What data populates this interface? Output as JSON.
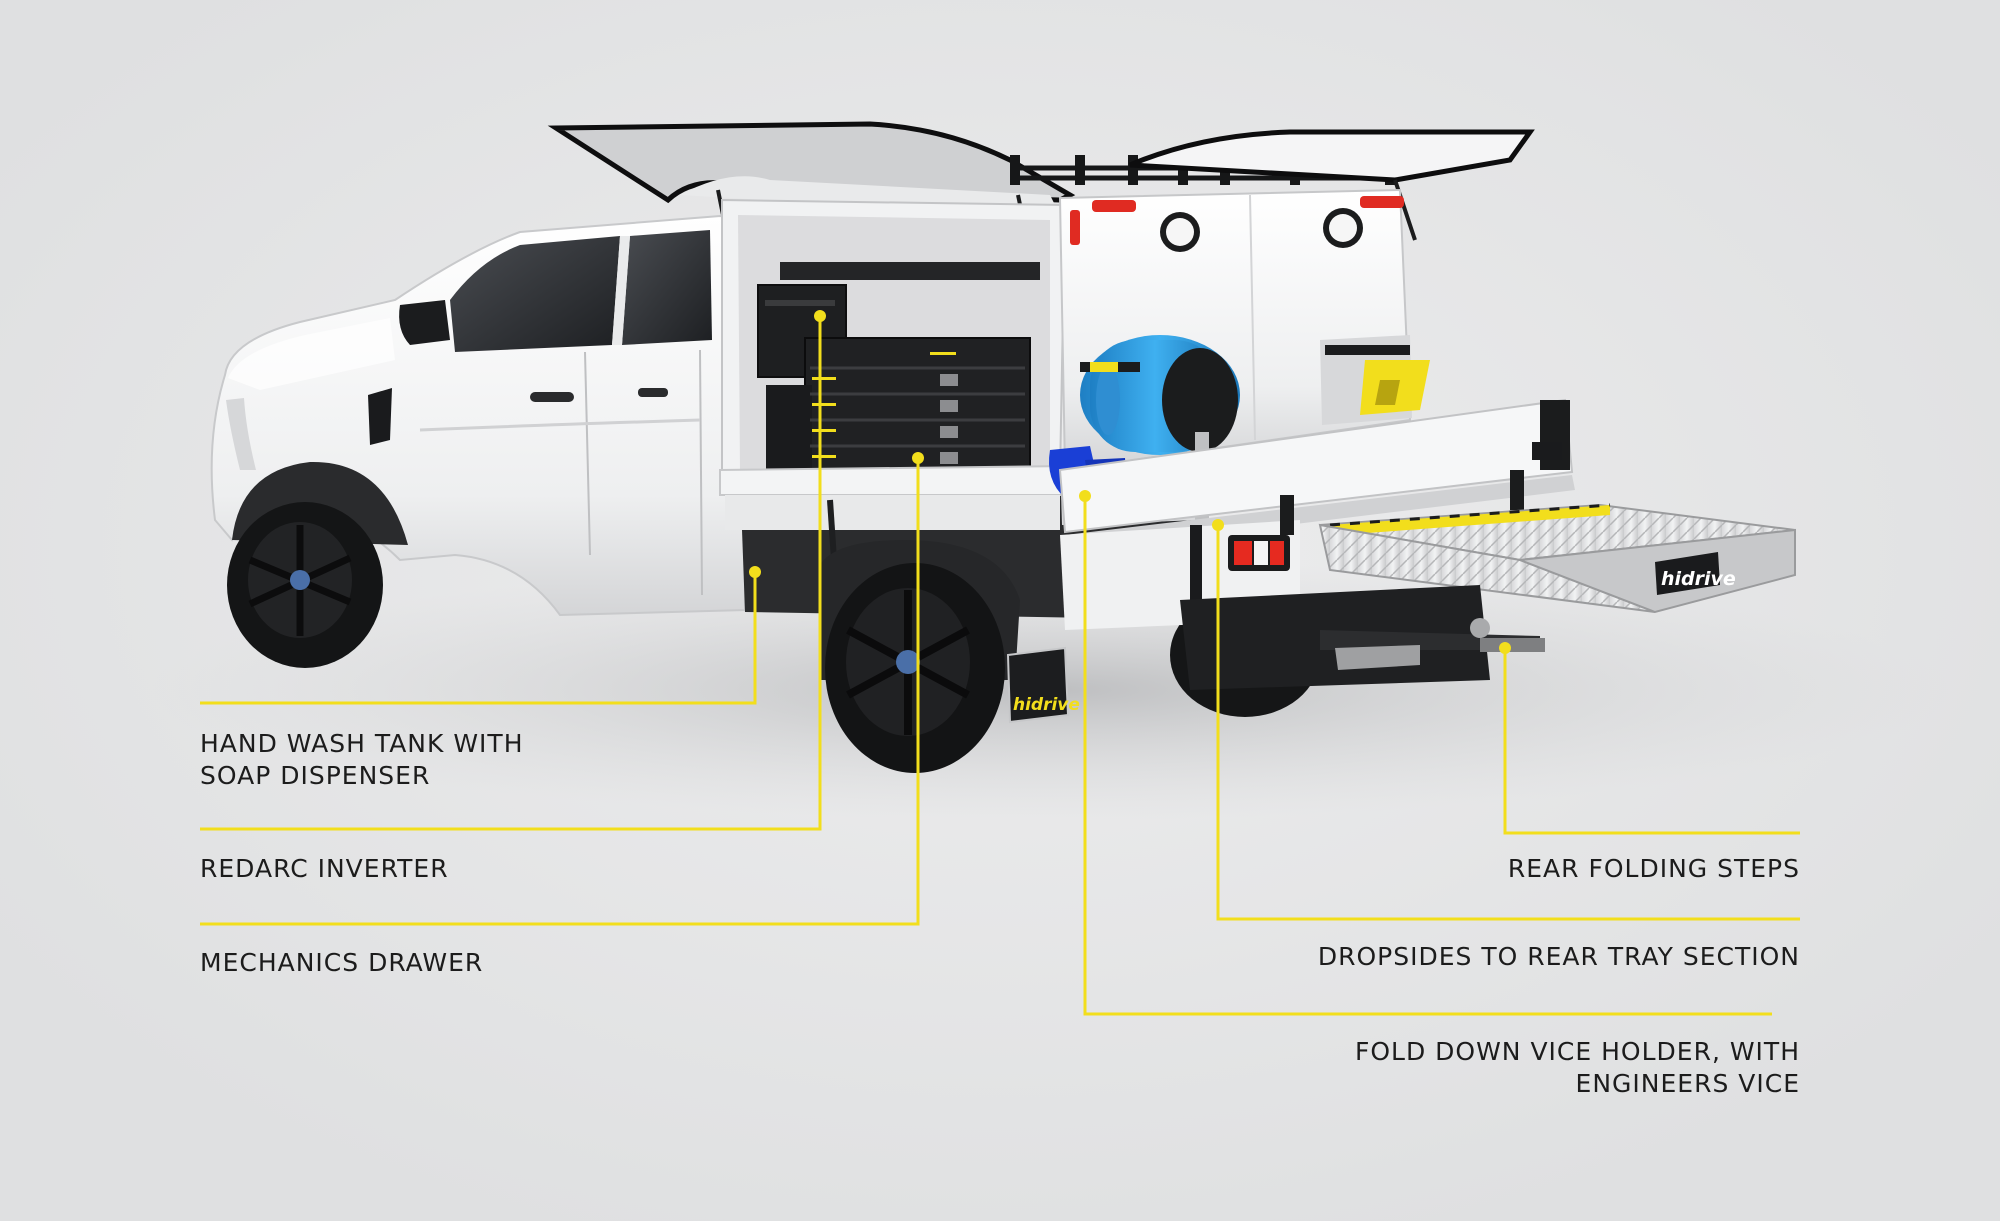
{
  "colors": {
    "background": "#e4e5e6",
    "leader": "#f2de1c",
    "text": "#1c1c1c",
    "truck_body": "#f4f5f5",
    "hose_reel": "#2b9be0",
    "vice": "#1a3fd6"
  },
  "brand": {
    "logo_text": "hidrive"
  },
  "callouts": {
    "hand_wash": {
      "line1": "HAND WASH TANK WITH",
      "line2": "SOAP DISPENSER"
    },
    "redarc": {
      "line1": "REDARC INVERTER"
    },
    "mechanics": {
      "line1": "MECHANICS DRAWER"
    },
    "rear_steps": {
      "line1": "REAR FOLDING STEPS"
    },
    "dropsides": {
      "line1": "DROPSIDES TO REAR TRAY SECTION"
    },
    "vice": {
      "line1": "FOLD DOWN VICE HOLDER, WITH",
      "line2": "ENGINEERS VICE"
    }
  }
}
